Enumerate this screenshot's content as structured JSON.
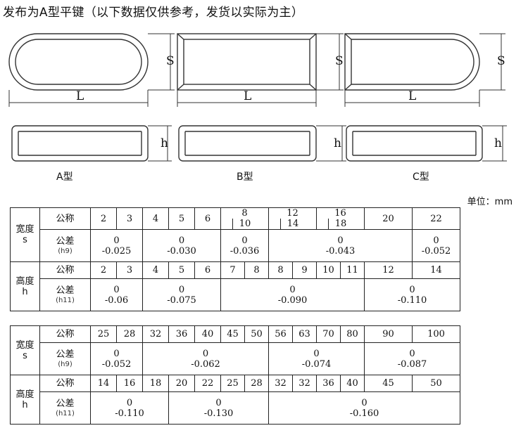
{
  "title": "发布为A型平键（以下数据仅供参考，发货以实际为主）",
  "figures": {
    "dim_labels": {
      "S": "S",
      "L": "L",
      "h": "h"
    },
    "type_labels": [
      "A型",
      "B型",
      "C型"
    ]
  },
  "unit_label": "单位：mm",
  "tables": [
    {
      "width": {
        "category": [
          "宽度",
          "s"
        ],
        "nominal_label": "公称",
        "nominal": [
          "2",
          "3",
          "4",
          "5",
          "6",
          "8",
          "10",
          "12",
          "14",
          "16",
          "18",
          "20",
          "22"
        ],
        "tolerance_label": "公差",
        "tolerance_code": "(h9)",
        "tolerances": [
          {
            "upper": "0",
            "lower": "-0.025"
          },
          {
            "upper": "0",
            "lower": "-0.030"
          },
          {
            "upper": "0",
            "lower": "-0.036"
          },
          {
            "upper": "0",
            "lower": "-0.043"
          },
          {
            "upper": "0",
            "lower": "-0.052"
          }
        ]
      },
      "height": {
        "category": [
          "高度",
          "h"
        ],
        "nominal_label": "公称",
        "nominal": [
          "2",
          "3",
          "4",
          "5",
          "6",
          "7",
          "8",
          "8",
          "9",
          "10",
          "11",
          "12",
          "14"
        ],
        "tolerance_label": "公差",
        "tolerance_code": "(h11)",
        "tolerances": [
          {
            "upper": "0",
            "lower": "-0.06"
          },
          {
            "upper": "0",
            "lower": "-0.075"
          },
          {
            "upper": "0",
            "lower": "-0.090"
          },
          {
            "upper": "0",
            "lower": "-0.110"
          }
        ]
      }
    },
    {
      "width": {
        "category": [
          "宽度",
          "s"
        ],
        "nominal_label": "公称",
        "nominal": [
          "25",
          "28",
          "32",
          "36",
          "40",
          "45",
          "50",
          "56",
          "63",
          "70",
          "80",
          "90",
          "100"
        ],
        "tolerance_label": "公差",
        "tolerance_code": "(h9)",
        "tolerances": [
          {
            "upper": "0",
            "lower": "-0.052"
          },
          {
            "upper": "0",
            "lower": "-0.062"
          },
          {
            "upper": "0",
            "lower": "-0.074"
          },
          {
            "upper": "0",
            "lower": "-0.087"
          }
        ]
      },
      "height": {
        "category": [
          "高度",
          "h"
        ],
        "nominal_label": "公称",
        "nominal": [
          "14",
          "16",
          "18",
          "20",
          "22",
          "25",
          "28",
          "32",
          "32",
          "36",
          "40",
          "45",
          "50"
        ],
        "tolerance_label": "公差",
        "tolerance_code": "(h11)",
        "tolerances": [
          {
            "upper": "0",
            "lower": "-0.110"
          },
          {
            "upper": "0",
            "lower": "-0.130"
          },
          {
            "upper": "0",
            "lower": "-0.160"
          }
        ]
      }
    }
  ]
}
